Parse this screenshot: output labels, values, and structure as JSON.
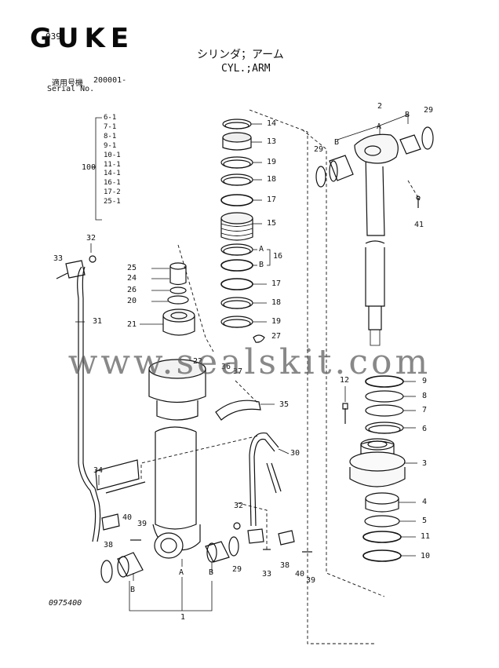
{
  "header": {
    "logo": "GUKE",
    "page_number": "039",
    "title_jp": "シリンダ；アーム",
    "title_en": "CYL.;ARM",
    "serial_label": "適用号機",
    "serial_value": "200001-",
    "serial_label_en": "Serial No."
  },
  "group_100": {
    "label": "100",
    "items": [
      "6-1",
      "7-1",
      "8-1",
      "9-1",
      "10-1",
      "11-1",
      "14-1",
      "16-1",
      "17-2",
      "25-1"
    ]
  },
  "callouts": {
    "c14": "14",
    "c13": "13",
    "c19a": "19",
    "c18a": "18",
    "c17a": "17",
    "c15": "15",
    "c16": "16",
    "c16A": "A",
    "c16B": "B",
    "c17b": "17",
    "c18b": "18",
    "c19b": "19",
    "c27": "27",
    "c2": "2",
    "c29top": "29",
    "cAtop": "A",
    "cBtopL": "B",
    "cBtopR": "B",
    "c29left": "29",
    "c41": "41",
    "c32top": "32",
    "c33top": "33",
    "c31": "31",
    "c25": "25",
    "c24": "24",
    "c26": "26",
    "c20": "20",
    "c21": "21",
    "c22": "22",
    "c36": "36",
    "c37": "37",
    "c35": "35",
    "c12": "12",
    "c9": "9",
    "c8": "8",
    "c7": "7",
    "c6": "6",
    "c3": "3",
    "c4": "4",
    "c5": "5",
    "c11": "11",
    "c10": "10",
    "c30": "30",
    "c34": "34",
    "c40a": "40",
    "c39a": "39",
    "c38a": "38",
    "c32b": "32",
    "c33b": "33",
    "c38b": "38",
    "c40b": "40",
    "c39b": "39",
    "c29b": "29",
    "cAbot": "A",
    "cBbotL": "B",
    "cBbotR": "B",
    "c1": "1"
  },
  "footer": {
    "document_number": "0975400",
    "watermark": "www.sealskit.com"
  }
}
